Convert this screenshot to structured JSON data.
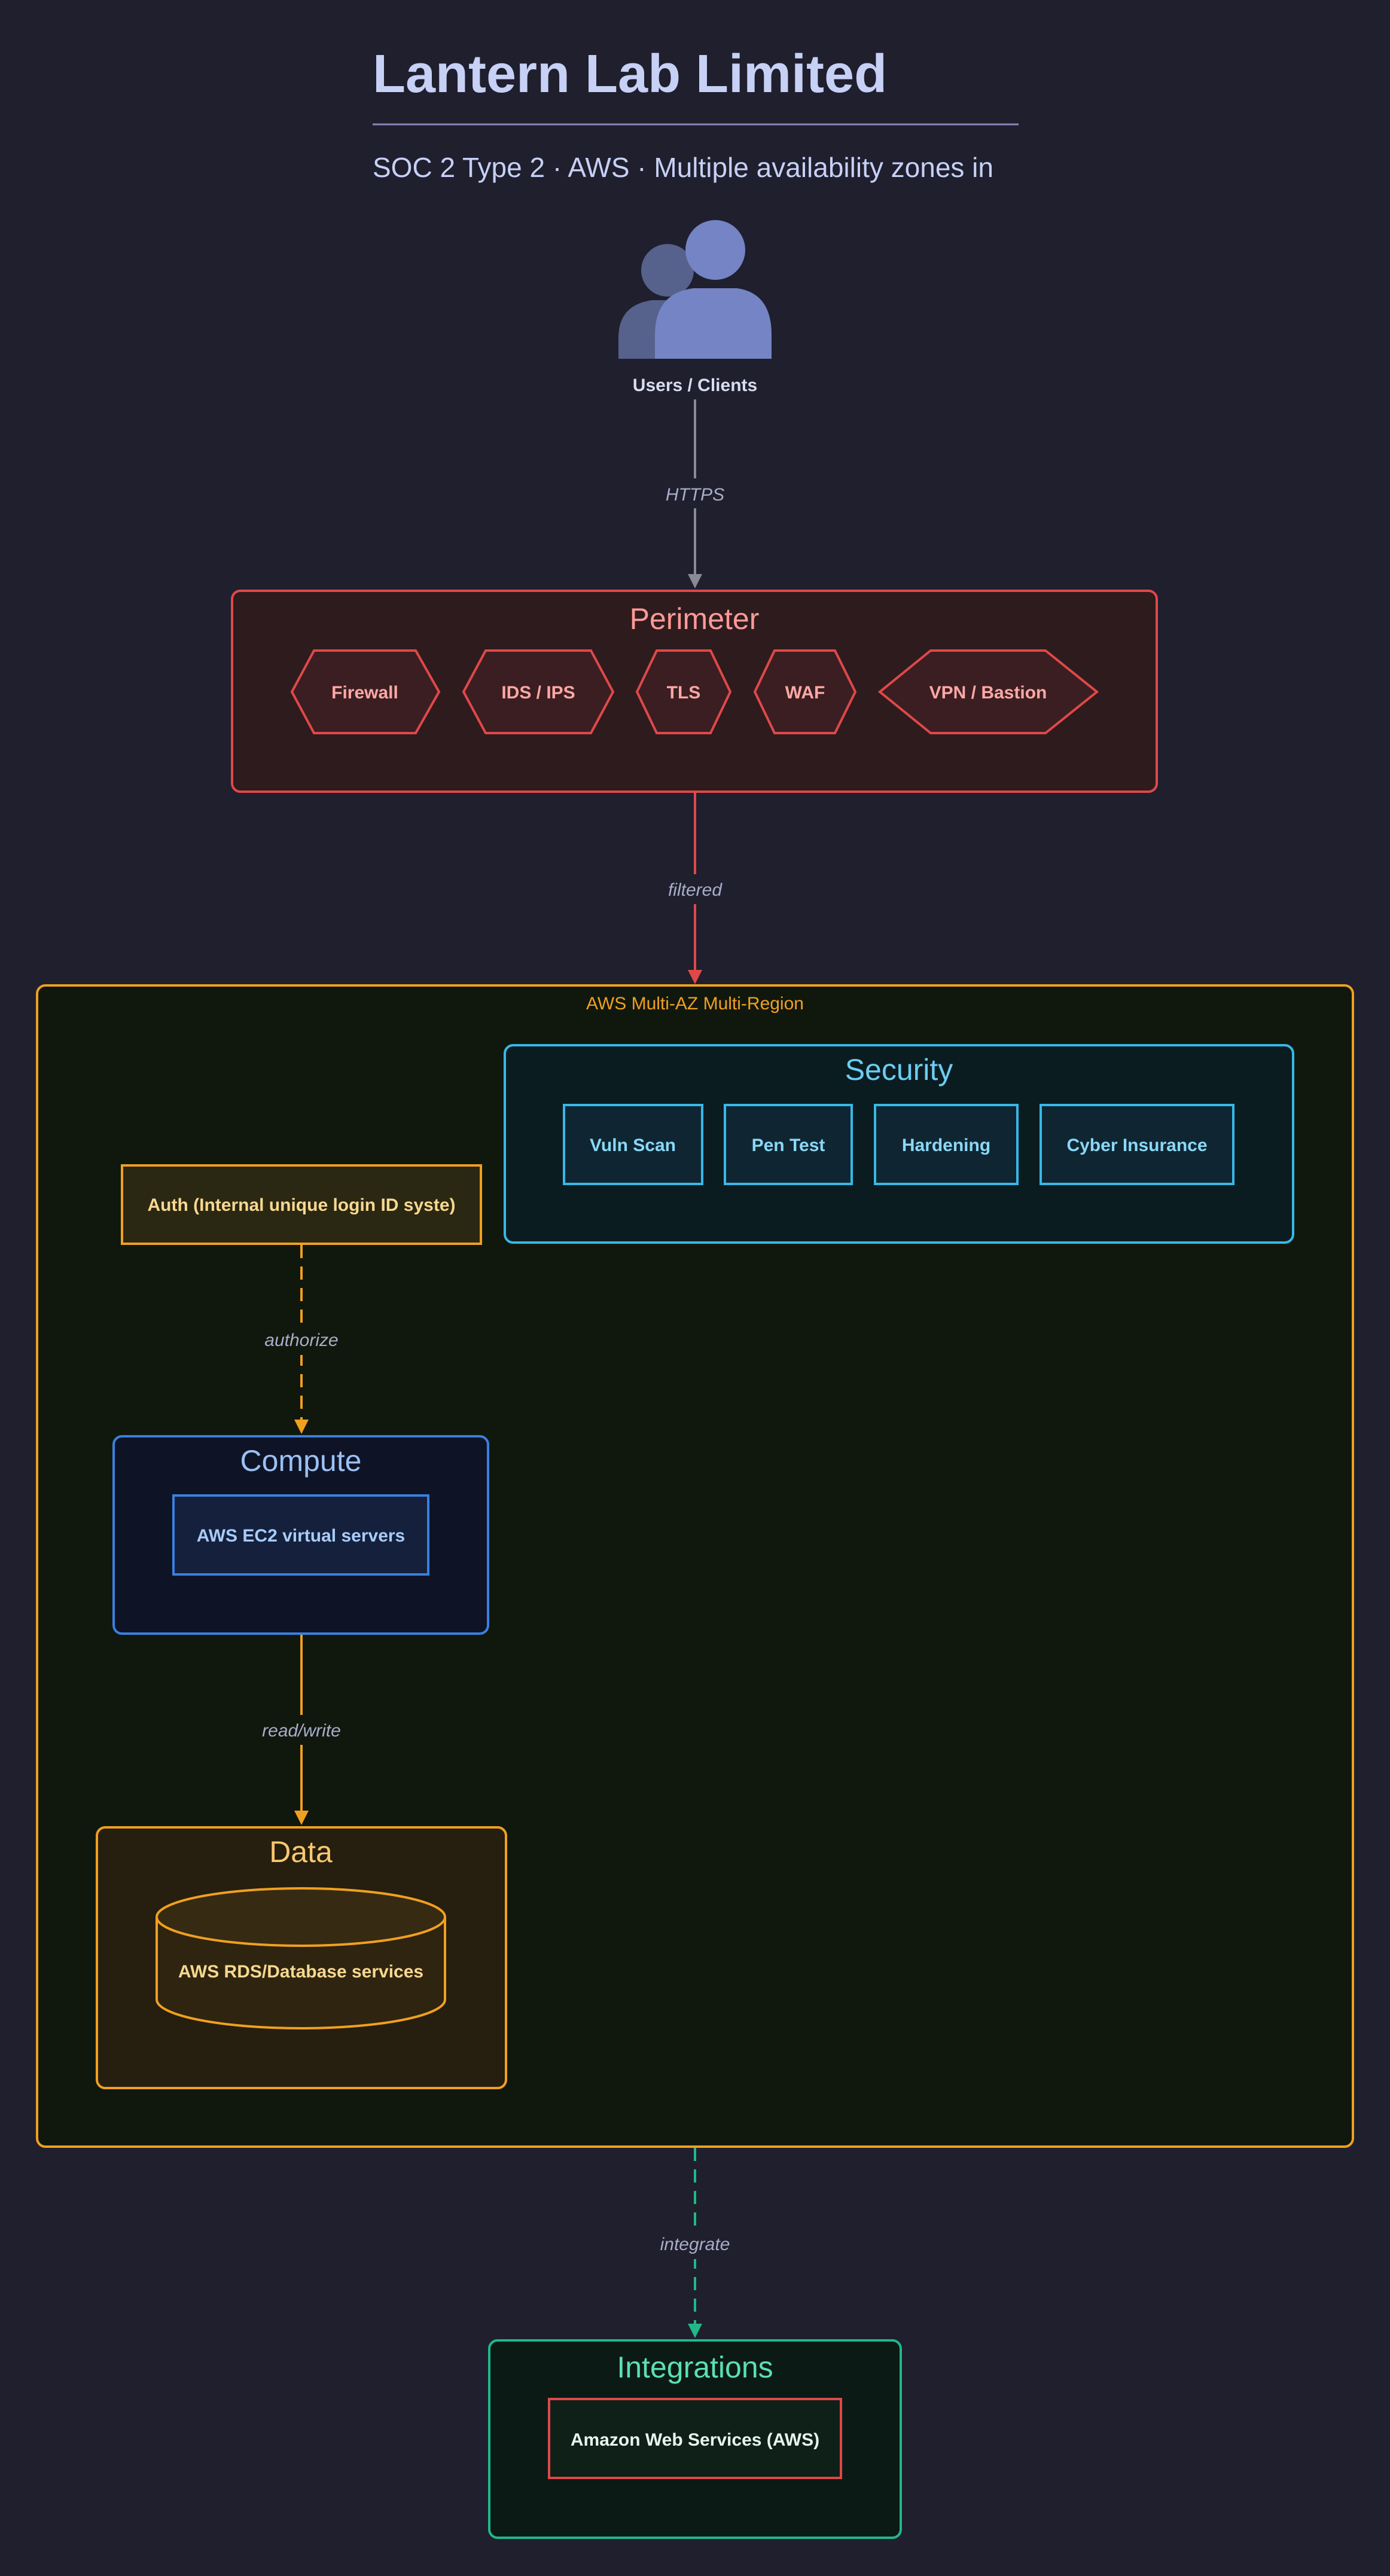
{
  "header": {
    "title": "Lantern Lab Limited",
    "subtitle": "SOC 2 Type 2 · AWS · Multiple availability zones in"
  },
  "users": {
    "label": "Users / Clients",
    "icon": "users-icon"
  },
  "edges": {
    "https": "HTTPS",
    "filtered": "filtered",
    "authorize": "authorize",
    "read_write": "read/write",
    "integrate": "integrate"
  },
  "perimeter": {
    "title": "Perimeter",
    "items": [
      "Firewall",
      "IDS / IPS",
      "TLS",
      "WAF",
      "VPN / Bastion"
    ]
  },
  "cloud": {
    "label": "AWS Multi-AZ Multi-Region"
  },
  "security": {
    "title": "Security",
    "items": [
      "Vuln Scan",
      "Pen Test",
      "Hardening",
      "Cyber Insurance"
    ]
  },
  "auth": {
    "label": "Auth (Internal unique login ID syste)"
  },
  "compute": {
    "title": "Compute",
    "item": "AWS EC2 virtual servers"
  },
  "data_store": {
    "title": "Data",
    "item": "AWS RDS/Database services"
  },
  "integrations": {
    "title": "Integrations",
    "item": "Amazon Web Services (AWS)"
  },
  "colors": {
    "background": "#1f1f2e",
    "perimeter": "#e04848",
    "cloud": "#f0a020",
    "security": "#38b8e8",
    "compute": "#3a80e0",
    "data": "#f0a020",
    "integrations": "#20b888"
  }
}
